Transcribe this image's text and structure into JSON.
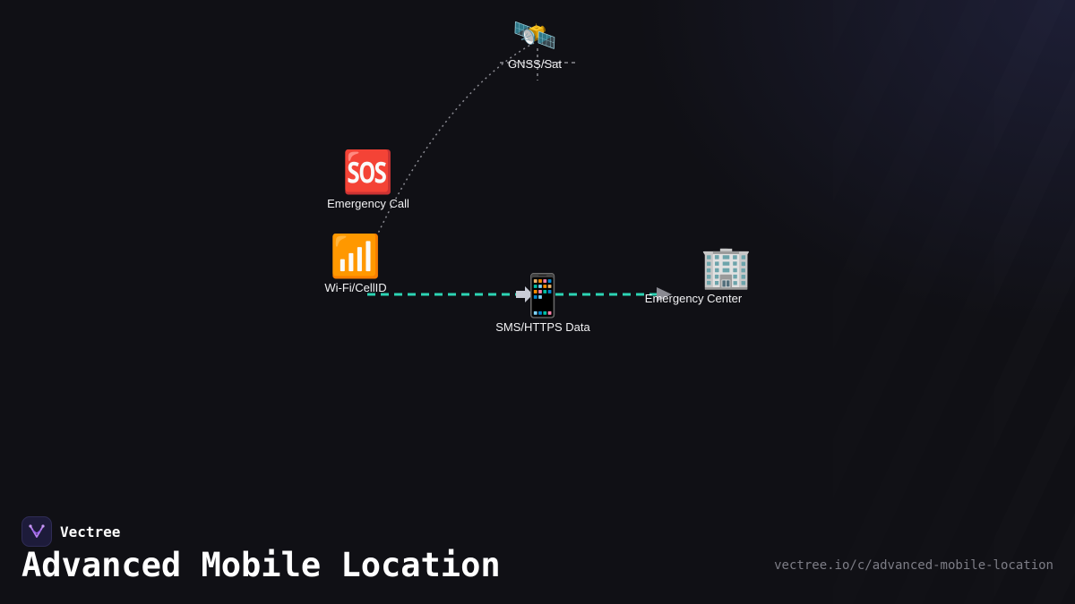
{
  "diagram": {
    "nodes": {
      "gnss": {
        "icon": "🛰️",
        "icon_name": "satellite-icon",
        "label": "GNSS/Sat"
      },
      "sos": {
        "icon": "🆘",
        "icon_name": "sos-icon",
        "label": "Emergency Call"
      },
      "wifi": {
        "icon": "📶",
        "icon_name": "signal-bars-icon",
        "label": "Wi-Fi/CellID"
      },
      "phone": {
        "icon": "📱",
        "icon_name": "mobile-phone-icon",
        "label": "SMS/HTTPS Data"
      },
      "center": {
        "icon": "🏢",
        "icon_name": "office-building-icon",
        "label": "Emergency Center"
      }
    },
    "edges": [
      {
        "from": "wifi",
        "to": "gnss",
        "style": "dotted",
        "color": "#8a8a92"
      },
      {
        "from": "wifi",
        "to": "center",
        "style": "dashed",
        "color": "#2dd4b4"
      }
    ],
    "accent_color": "#2dd4b4"
  },
  "brand": {
    "name": "Vectree",
    "logo_icon": "vectree-logo-icon",
    "logo_color": "#b57cf0"
  },
  "footer": {
    "title": "Advanced Mobile Location",
    "url": "vectree.io/c/advanced-mobile-location"
  }
}
